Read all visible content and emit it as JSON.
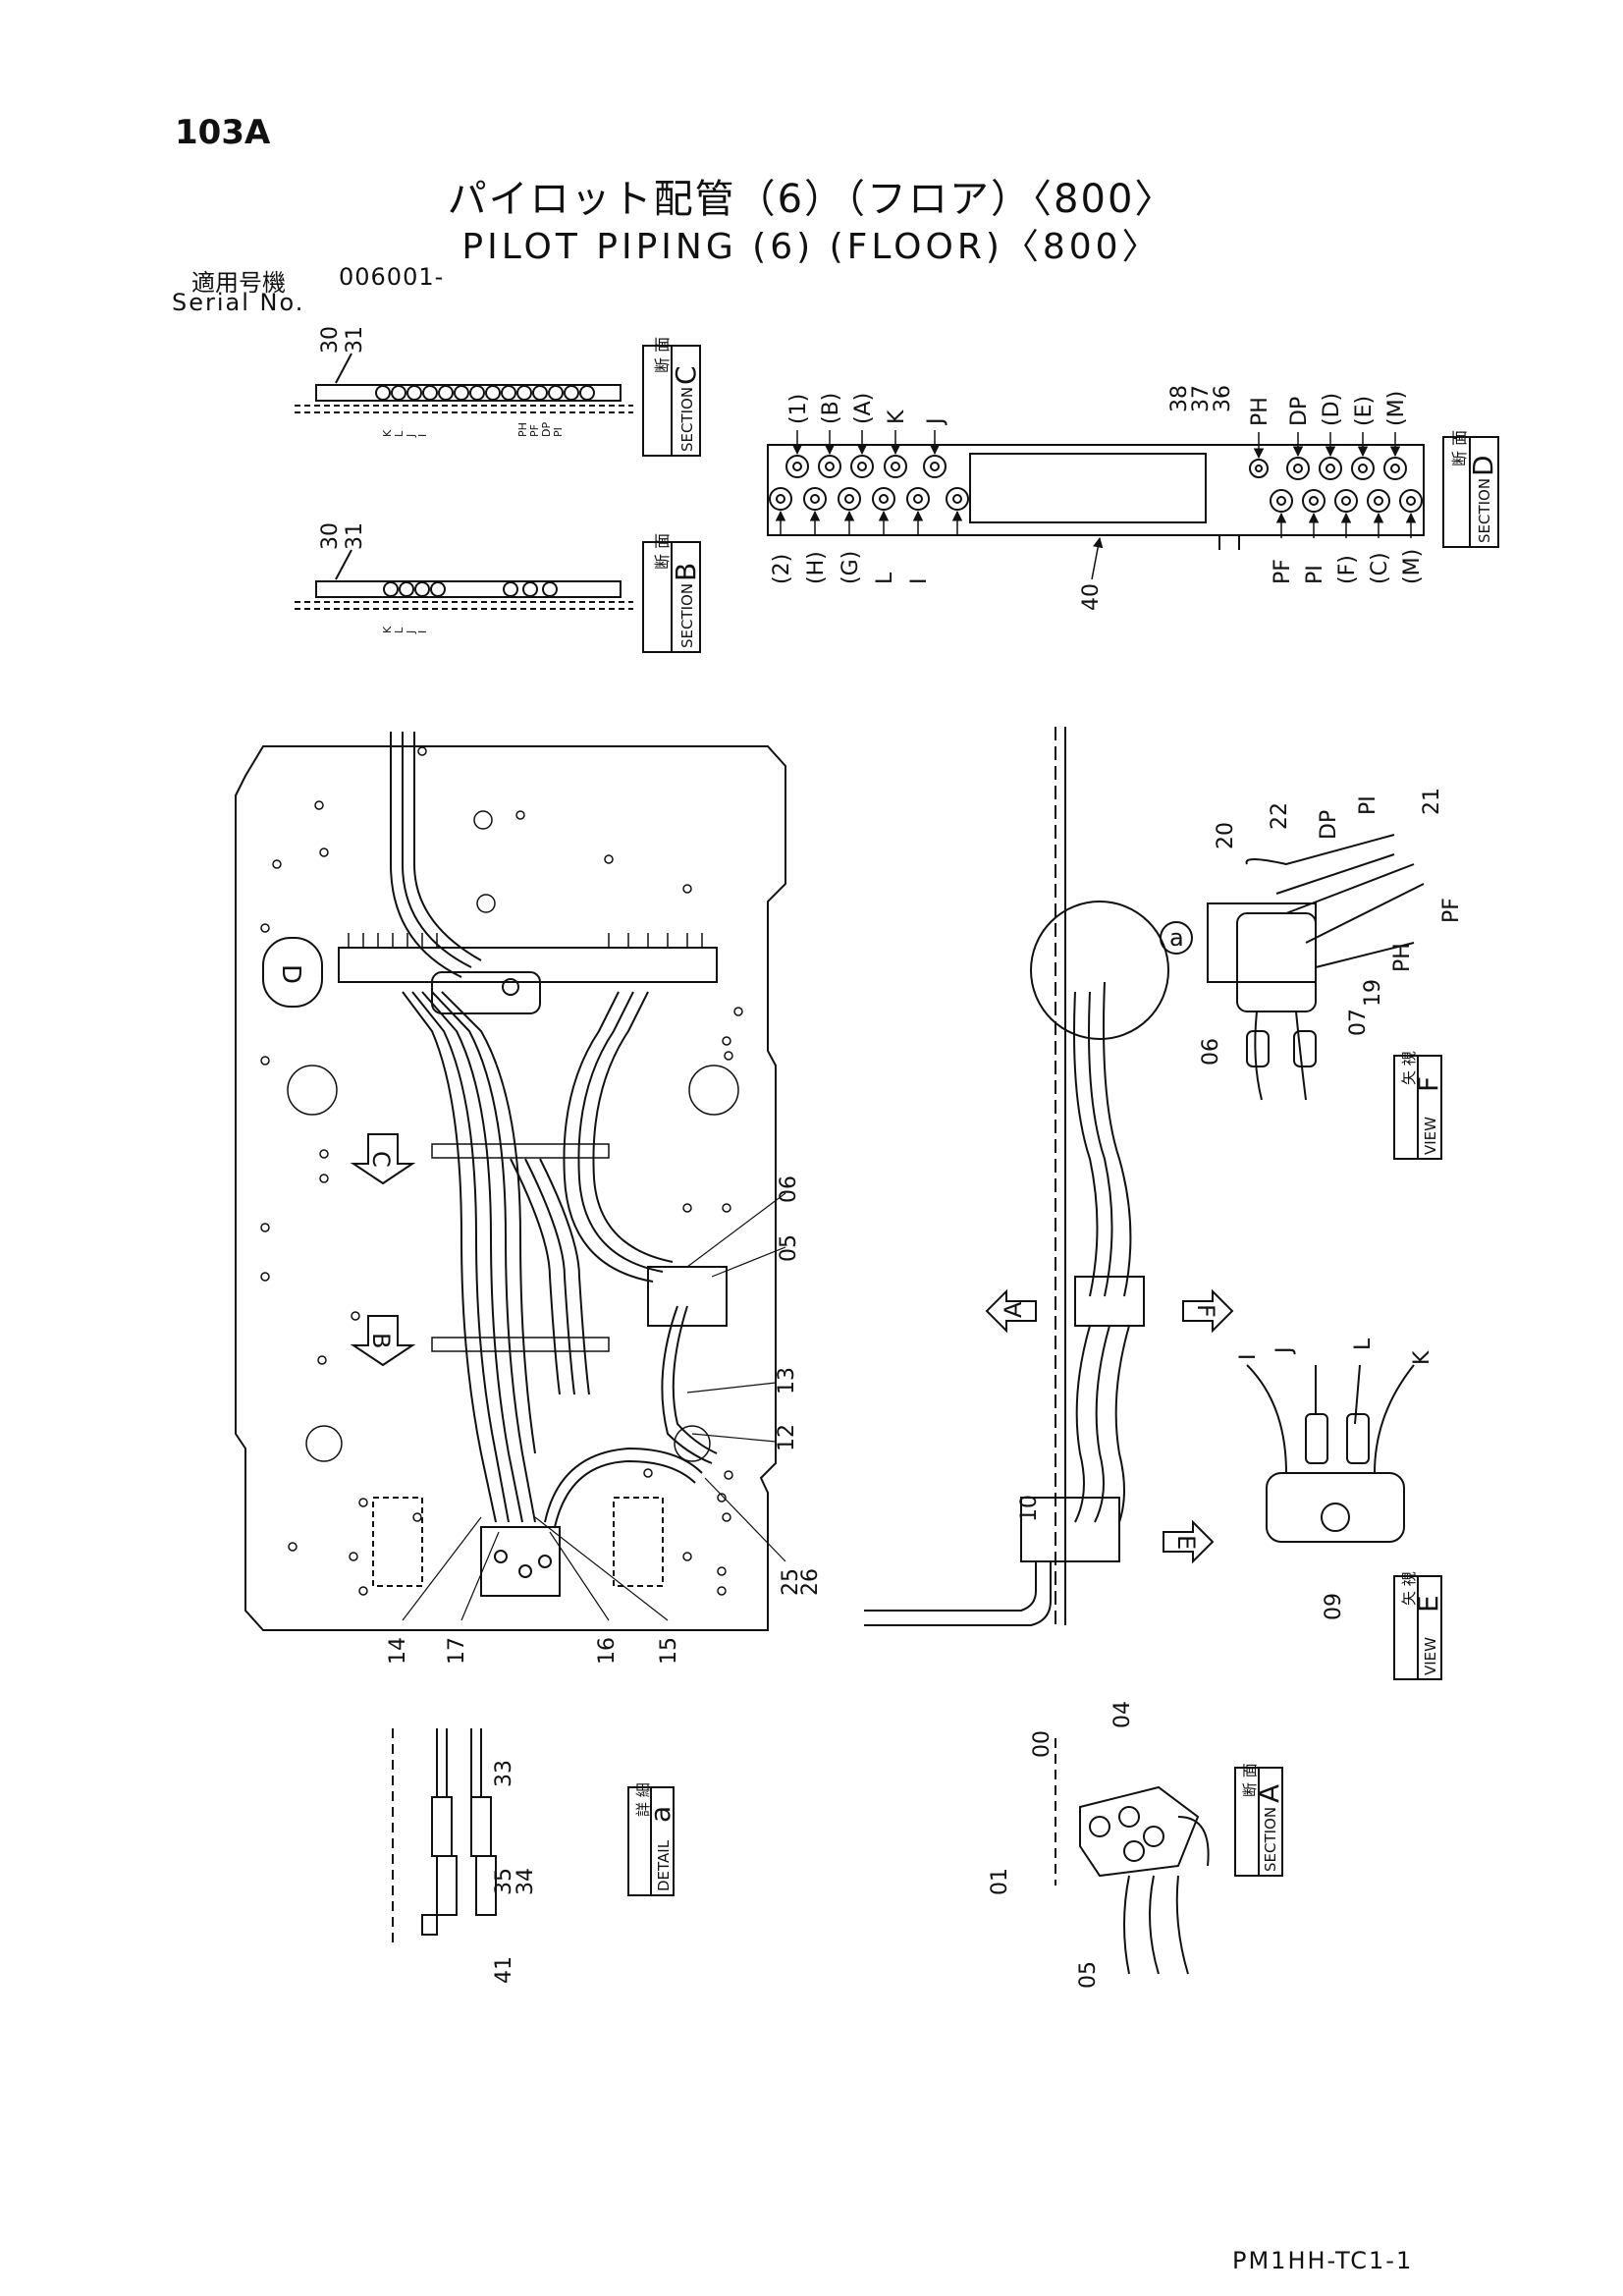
{
  "header": {
    "page_number": "103A",
    "title_jp": "パイロット配管（6）（フロア）〈800〉",
    "title_en": "PILOT PIPING (6) (FLOOR)〈800〉",
    "serial_label_jp": "適用号機",
    "serial_value": "006001-",
    "serial_label_en": "Serial No."
  },
  "footer": {
    "doc_code": "PM1HH-TC1-1"
  },
  "section_c": {
    "label_jp": "断 面",
    "label_en": "SECTION",
    "letter": "C",
    "parts": [
      "30",
      "31"
    ],
    "ports": [
      "K",
      "L",
      "J",
      "I",
      "PH",
      "PF",
      "DP",
      "PI"
    ]
  },
  "section_b": {
    "label_jp": "断 面",
    "label_en": "SECTION",
    "letter": "B",
    "parts": [
      "30",
      "31"
    ],
    "ports": [
      "K",
      "L",
      "J",
      "I"
    ]
  },
  "section_d": {
    "label_jp": "断 面",
    "label_en": "SECTION",
    "letter": "D",
    "top_ports": [
      "(1)",
      "(B)",
      "(A)",
      "K",
      "J",
      "PH",
      "DP",
      "(D)",
      "(E)",
      "(M)"
    ],
    "bottom_ports": [
      "(2)",
      "(H)",
      "(G)",
      "L",
      "I",
      "PF",
      "PI",
      "(F)",
      "(C)",
      "(M)"
    ],
    "parts": [
      "38",
      "37",
      "36",
      "40"
    ]
  },
  "view_f": {
    "label_jp": "矢 視",
    "label_en": "VIEW",
    "letter": "F",
    "ports": [
      "DP",
      "PI",
      "PF",
      "PH"
    ],
    "parts": [
      "20",
      "22",
      "21",
      "19",
      "07",
      "06"
    ]
  },
  "view_e": {
    "label_jp": "矢 視",
    "label_en": "VIEW",
    "letter": "E",
    "ports": [
      "I",
      "J",
      "L",
      "K"
    ],
    "parts": [
      "09"
    ]
  },
  "detail_a": {
    "label_jp": "詳 細",
    "label_en": "DETAIL",
    "letter": "a",
    "parts": [
      "33",
      "35",
      "34",
      "41"
    ]
  },
  "section_a": {
    "label_jp": "断 面",
    "label_en": "SECTION",
    "letter": "A",
    "parts": [
      "00",
      "04",
      "01",
      "05"
    ]
  },
  "main_view": {
    "parts": [
      "06",
      "05",
      "13",
      "12",
      "25",
      "26",
      "14",
      "17",
      "16",
      "15"
    ],
    "markers": [
      "C",
      "B",
      "D"
    ]
  },
  "side_view": {
    "parts": [
      "10"
    ],
    "markers": [
      "a",
      "A",
      "F",
      "E"
    ]
  }
}
